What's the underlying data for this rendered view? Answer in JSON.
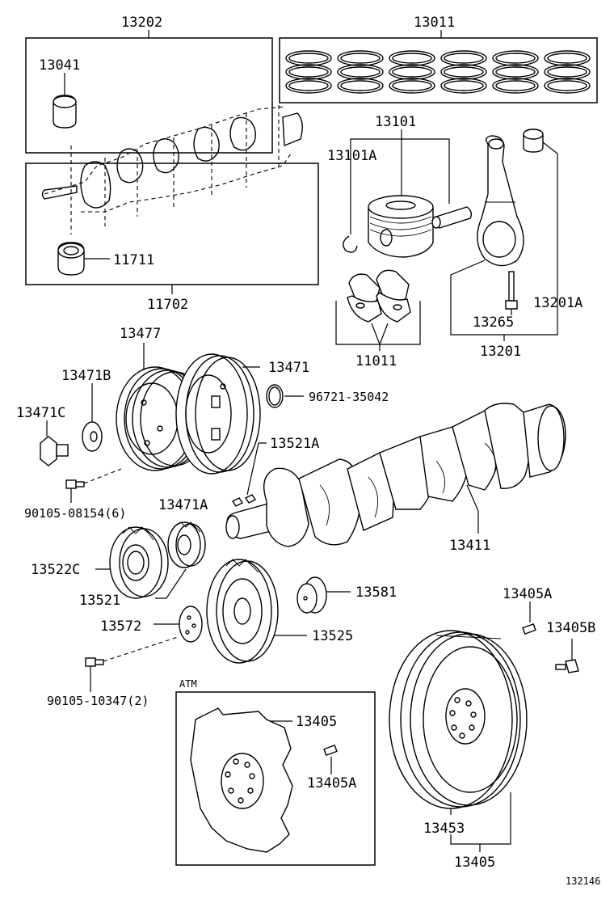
{
  "labels": {
    "p13202": "13202",
    "p13011": "13011",
    "p13041": "13041",
    "p13101": "13101",
    "p13101A": "13101A",
    "p11711": "11711",
    "p11702": "11702",
    "p13201A": "13201A",
    "p13265": "13265",
    "p13201": "13201",
    "p11011": "11011",
    "p13477": "13477",
    "p13471": "13471",
    "p13471B": "13471B",
    "p96721": "96721-35042",
    "p13471C": "13471C",
    "p13521A": "13521A",
    "p90105_08154": "90105-08154(6)",
    "p13471A": "13471A",
    "p13411": "13411",
    "p13522C": "13522C",
    "p13581": "13581",
    "p13521": "13521",
    "p13405A_top": "13405A",
    "p13572": "13572",
    "p13525": "13525",
    "p13405B": "13405B",
    "p90105_10347": "90105-10347(2)",
    "atm": "ATM",
    "p13405_atm": "13405",
    "p13405A_atm": "13405A",
    "p13453": "13453",
    "p13405": "13405",
    "figure_no": "132146"
  }
}
